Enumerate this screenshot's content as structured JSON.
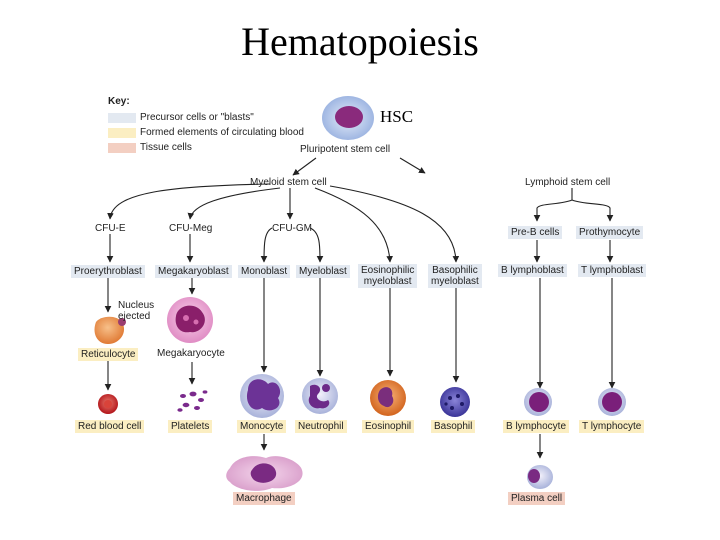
{
  "title": "Hematopoiesis",
  "hsc_label": "HSC",
  "key": {
    "title": "Key:",
    "items": [
      "Precursor cells or \"blasts\"",
      "Formed elements of circulating blood",
      "Tissue cells"
    ],
    "colors": [
      "#e3e9f1",
      "#fbeec2",
      "#f3cfc2"
    ]
  },
  "labels": {
    "pluripotent": "Pluripotent stem cell",
    "myeloid": "Myeloid stem cell",
    "lymphoid": "Lymphoid stem cell",
    "cfu_e": "CFU-E",
    "cfu_meg": "CFU-Meg",
    "cfu_gm": "CFU-GM",
    "pre_b": "Pre-B cells",
    "prothymocyte": "Prothymocyte",
    "proerythroblast": "Proerythroblast",
    "megakaryoblast": "Megakaryoblast",
    "monoblast": "Monoblast",
    "myeloblast": "Myeloblast",
    "eosinophilic_myeloblast": [
      "Eosinophilic",
      "myeloblast"
    ],
    "basophilic_myeloblast": [
      "Basophilic",
      "myeloblast"
    ],
    "b_lymphoblast": "B lymphoblast",
    "t_lymphoblast": "T lymphoblast",
    "nucleus_ejected": [
      "Nucleus",
      "ejected"
    ],
    "reticulocyte": "Reticulocyte",
    "megakaryocyte": "Megakaryocyte",
    "red_blood_cell": "Red blood cell",
    "platelets": "Platelets",
    "monocyte": "Monocyte",
    "neutrophil": "Neutrophil",
    "eosinophil": "Eosinophil",
    "basophil": "Basophil",
    "b_lymphocyte": "B lymphocyte",
    "t_lymphocyte": "T lymphocyte",
    "macrophage": "Macrophage",
    "plasma_cell": "Plasma cell"
  }
}
